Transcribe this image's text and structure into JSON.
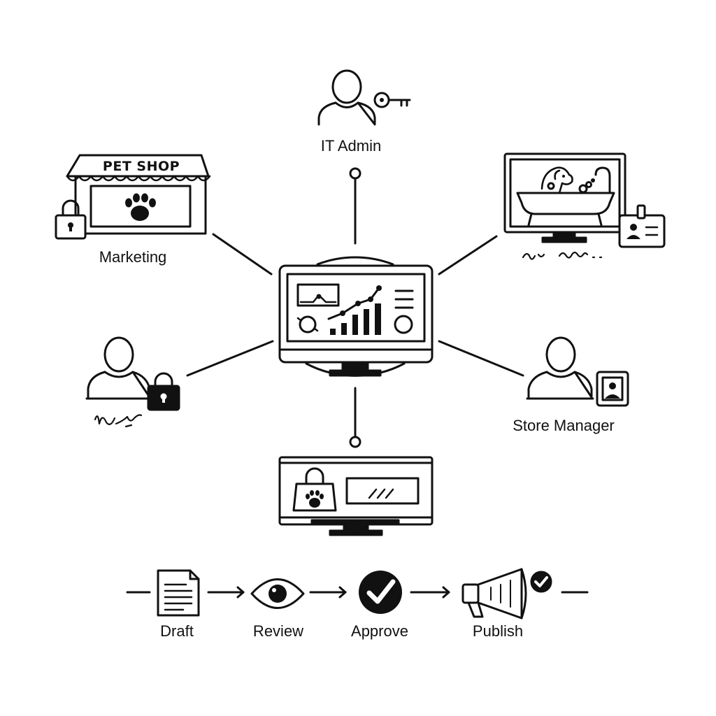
{
  "colors": {
    "ink": "#111111",
    "background": "#ffffff"
  },
  "hub": {
    "icon": "analytics-dashboard-monitor-icon"
  },
  "nodes": {
    "it_admin": {
      "label": "IT Admin",
      "icon": "user-key-icon"
    },
    "marketing": {
      "label": "Marketing",
      "sign": "PET SHOP",
      "icon": "pet-shop-lock-icon"
    },
    "grooming": {
      "icon": "pet-bath-monitor-icon"
    },
    "staff": {
      "icon": "user-lock-icon"
    },
    "store_manager": {
      "label": "Store Manager",
      "icon": "user-id-badge-icon"
    },
    "storefront": {
      "icon": "shopping-bag-monitor-icon"
    }
  },
  "workflow": {
    "steps": [
      {
        "label": "Draft",
        "icon": "document-icon"
      },
      {
        "label": "Review",
        "icon": "eye-icon"
      },
      {
        "label": "Approve",
        "icon": "check-circle-icon"
      },
      {
        "label": "Publish",
        "icon": "megaphone-check-icon"
      }
    ]
  }
}
